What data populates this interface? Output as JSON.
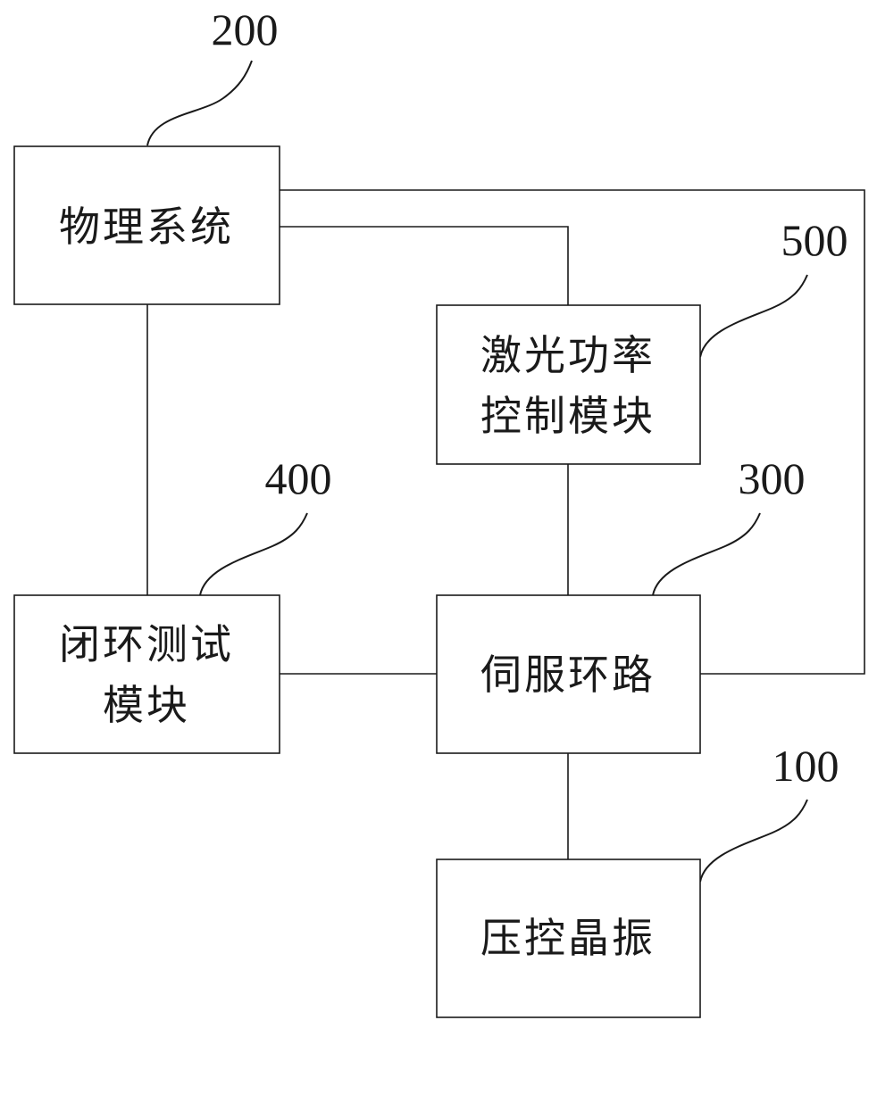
{
  "blocks": {
    "physical_system": {
      "ref": "200",
      "lines": [
        "物理系统"
      ]
    },
    "laser_power_control": {
      "ref": "500",
      "lines": [
        "激光功率",
        "控制模块"
      ]
    },
    "closed_loop_test": {
      "ref": "400",
      "lines": [
        "闭环测试",
        "模块"
      ]
    },
    "servo_loop": {
      "ref": "300",
      "lines": [
        "伺服环路"
      ]
    },
    "vcxo": {
      "ref": "100",
      "lines": [
        "压控晶振"
      ]
    }
  }
}
